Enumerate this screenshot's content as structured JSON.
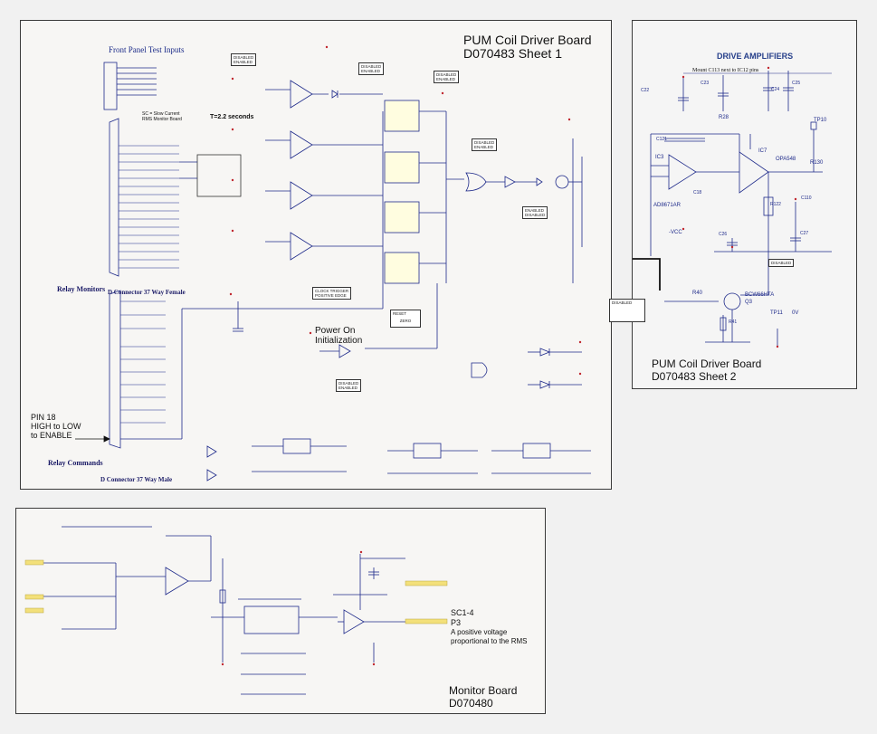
{
  "sheet1": {
    "title_line1": "PUM Coil Driver Board",
    "title_line2": "D070483  Sheet 1",
    "front_panel": "Front Panel Test Inputs",
    "sc_note_line1": "SC = Slow Current",
    "sc_note_line2": "RMS Monitor Board",
    "timing": "T=2.2 seconds",
    "relay_monitors": "Relay Monitors",
    "d_conn_female": "D Connector 37 Way Female",
    "d_conn_male": "D Connector 37 Way Male",
    "relay_commands": "Relay Commands",
    "power_on_line1": "Power On",
    "power_on_line2": "Initialization",
    "pin18_line1": "PIN 18",
    "pin18_line2": "HIGH to LOW",
    "pin18_line3": "to ENABLE",
    "clock_trigger": "CLOCK TRIGGER",
    "positive_edge": "POSITIVE EDGE",
    "reset": "RESET",
    "zero": "ZERO",
    "enabled": "ENABLED",
    "disabled": "DISABLED"
  },
  "sheet2": {
    "title_line1": "PUM Coil Driver Board",
    "title_line2": "D070483  Sheet 2",
    "header": "DRIVE AMPLIFIERS",
    "mount_note": "Mount C113 next to IC12 pins",
    "opamp1": "AD8671AR",
    "opamp2": "OPA548",
    "transistor": "BCW66HTA",
    "tp10": "TP10",
    "tp11": "TP11",
    "r28": "R28",
    "r130": "R130",
    "r122": "R122",
    "r40": "R40",
    "r41": "R41",
    "c110": "C110",
    "c27": "C27",
    "c26": "C26",
    "c22": "C22",
    "c23": "C23",
    "c24": "C24",
    "c25": "C25",
    "c18": "C18",
    "c121": "C121",
    "ic3": "IC3",
    "ic7": "IC7",
    "q3": "Q3",
    "vcc_neg": "-VCC",
    "ov": "0V",
    "disabled": "DISABLED"
  },
  "monitor": {
    "title_line1": "Monitor Board",
    "title_line2": "D070480",
    "sc_line1": "SC1-4",
    "sc_line2": "P3",
    "sc_line3": "A positive voltage",
    "sc_line4": "proportional to the RMS"
  }
}
